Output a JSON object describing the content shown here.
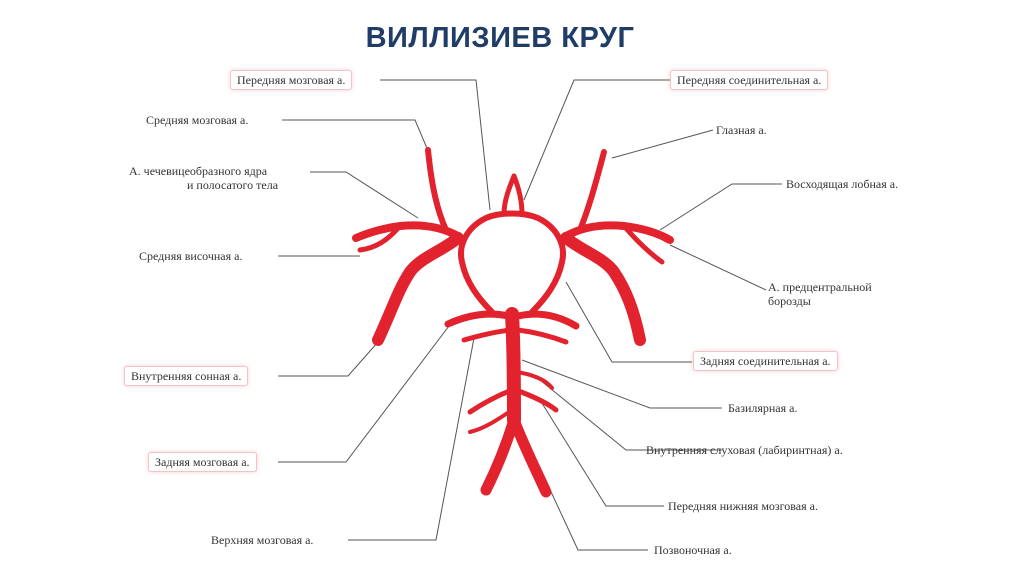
{
  "title": "ВИЛЛИЗИЕВ КРУГ",
  "colors": {
    "artery": "#e2232e",
    "title": "#1f3d66",
    "leader": "#333333",
    "highlight": "#f3c3c8"
  },
  "labels": {
    "anterior_cerebral": "Передняя мозговая а.",
    "middle_cerebral": "Средняя мозговая а.",
    "lenticulostriate_1": "А. чечевицеобразного ядра",
    "lenticulostriate_2": "и полосатого тела",
    "middle_temporal": "Средняя височная а.",
    "internal_carotid": "Внутренняя сонная а.",
    "posterior_cerebral": "Задняя мозговая а.",
    "superior_cerebellar": "Верхняя мозговая а.",
    "anterior_communicating": "Передняя соединительная а.",
    "ophthalmic": "Глазная а.",
    "ascending_frontal": "Восходящая лобная а.",
    "precentral_1": "А. предцентральной",
    "precentral_2": "борозды",
    "posterior_communicating": "Задняя соединительная а.",
    "basilar": "Базилярная а.",
    "labyrinthine": "Внутренняя слуховая (лабиринтная) а.",
    "anterior_inferior_cerebellar": "Передняя нижняя мозговая а.",
    "vertebral": "Позвоночная а."
  }
}
